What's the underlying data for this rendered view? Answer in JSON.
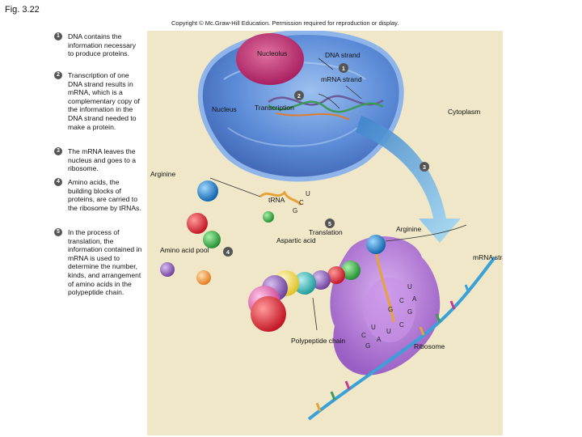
{
  "fig_label": "Fig. 3.22",
  "copyright": "Copyright © Mc.Graw-Hill Education. Permission required for reproduction or display.",
  "steps": [
    {
      "num": "1",
      "text": "DNA contains the information necessary to produce proteins."
    },
    {
      "num": "2",
      "text": "Transcription of one DNA strand results in mRNA, which is a complementary copy of the information in the DNA strand needed to make a protein."
    },
    {
      "num": "3",
      "text": "The mRNA leaves the nucleus and goes to a ribosome."
    },
    {
      "num": "4",
      "text": "Amino acids, the building blocks of proteins, are carried to the ribosome by tRNAs."
    },
    {
      "num": "5",
      "text": "In the process of translation, the information contained in mRNA is used to determine the number, kinds, and arrangement of amino acids in the polypeptide chain."
    }
  ],
  "labels": {
    "nucleolus": "Nucleolus",
    "dna_strand": "DNA strand",
    "mrna_strand_top": "mRNA strand",
    "nucleus": "Nucleus",
    "transcription": "Transcription",
    "cytoplasm": "Cytoplasm",
    "arginine_top": "Arginine",
    "trna": "tRNA",
    "translation": "Translation",
    "arginine_right": "Arginine",
    "amino_acid_pool": "Amino acid pool",
    "aspartic_acid": "Aspartic acid",
    "mrna_strand_right": "mRNA strand",
    "polypeptide_chain": "Polypeptide chain",
    "ribosome": "Ribosome"
  },
  "markers": {
    "m1": "1",
    "m2": "2",
    "m3": "3",
    "m4": "4",
    "m5": "5"
  },
  "bases": {
    "trna_top": [
      "U",
      "C",
      "G"
    ],
    "codon_upper": [
      "U",
      "A",
      "C",
      "G",
      "G"
    ],
    "codon_lower": [
      "C",
      "U",
      "G",
      "A",
      "U",
      "C"
    ]
  },
  "colors": {
    "nucleus": "#4f7fd0",
    "nucleolus": "#b8306a",
    "cytoplasm_bg": "#f0e7c8",
    "ribosome": "#b07bd2",
    "arrow": "#5fb4e8",
    "trna": "#e6a33c",
    "marker": "#555555"
  }
}
